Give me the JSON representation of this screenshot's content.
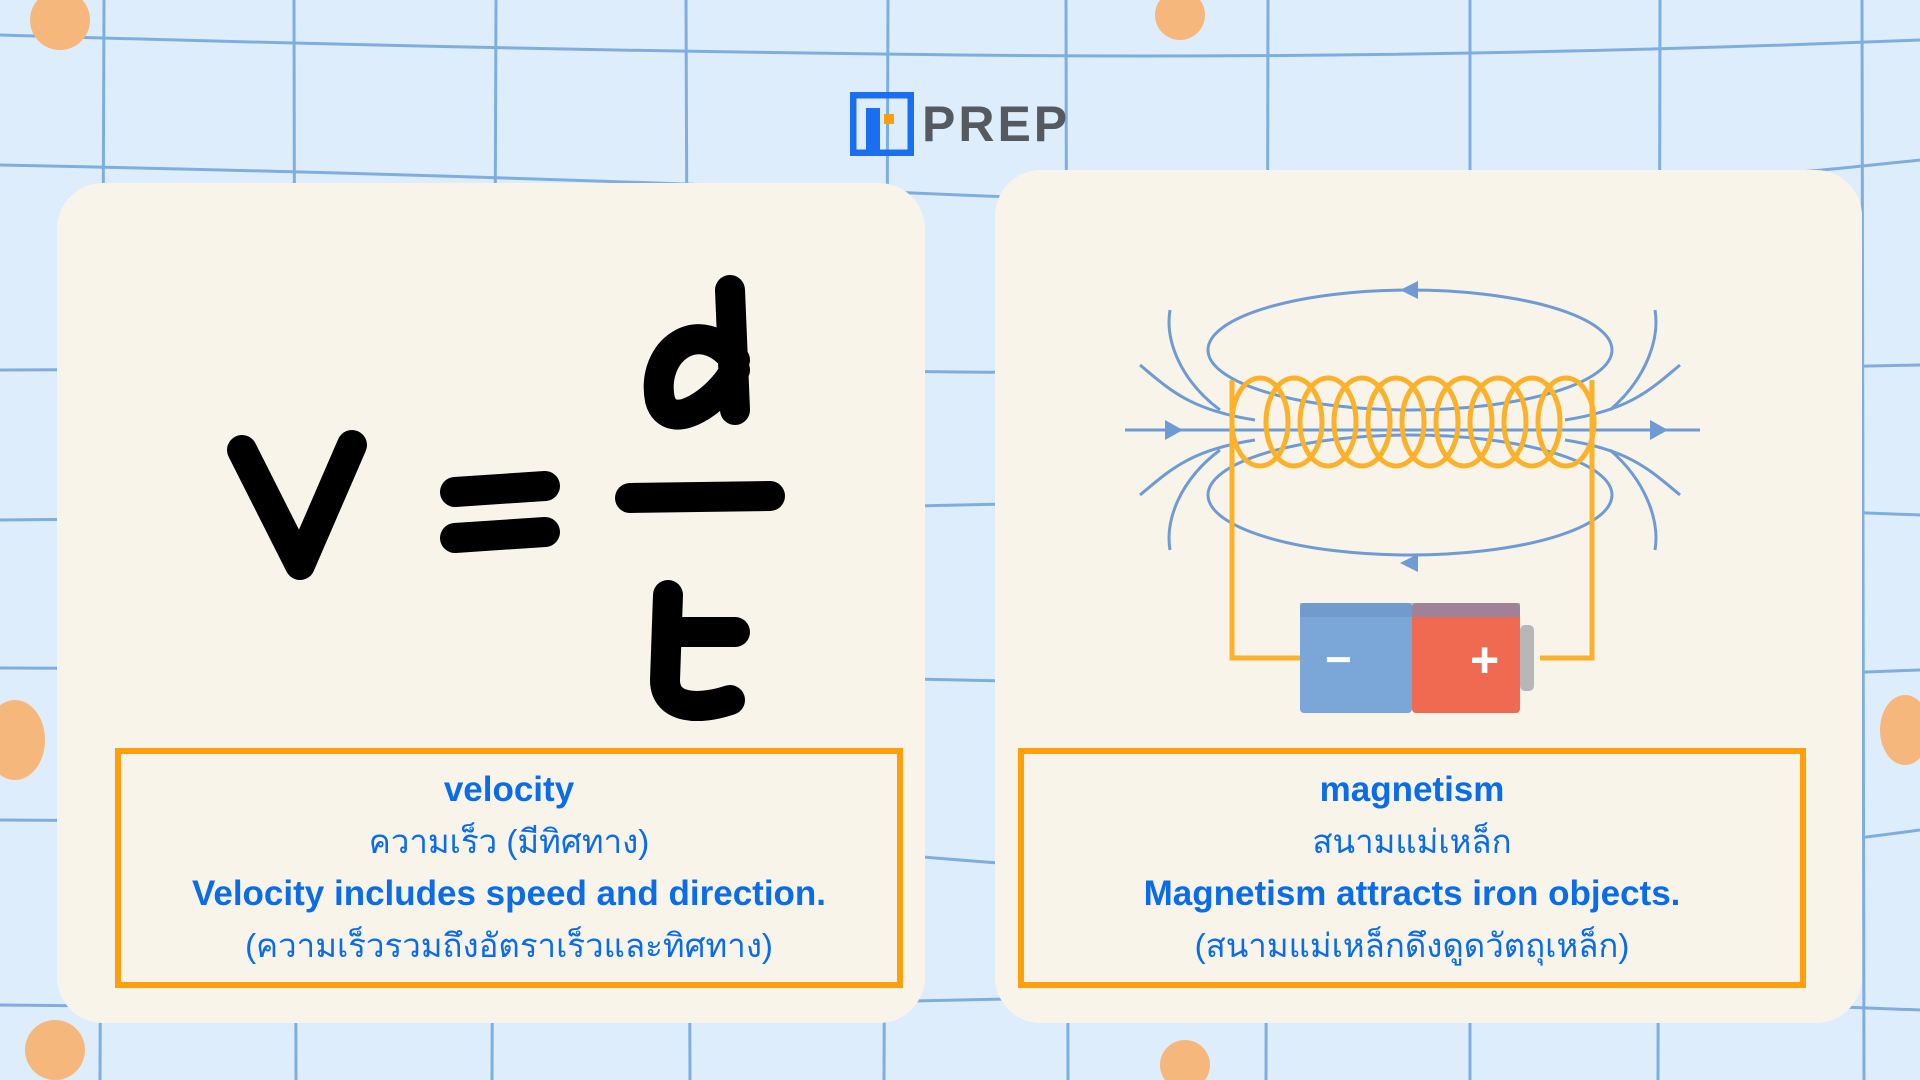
{
  "logo": {
    "text": "PREP"
  },
  "cards": [
    {
      "formula": {
        "lhs": "v",
        "numerator": "d",
        "denominator": "t"
      },
      "term": "velocity",
      "thai": "ความเร็ว (มีทิศทาง)",
      "sentence": "Velocity includes speed and direction.",
      "translation": "(ความเร็วรวมถึงอัตราเร็วและทิศทาง)"
    },
    {
      "term": "magnetism",
      "thai": "สนามแม่เหล็ก",
      "sentence": "Magnetism attracts iron objects.",
      "translation": "(สนามแม่เหล็กดึงดูดวัตถุเหล็ก)",
      "battery": {
        "negative": "−",
        "positive": "+"
      }
    }
  ],
  "colors": {
    "accent": "#0a6ce8",
    "border": "#ff9f0a",
    "card": "#f8f4ea",
    "grid": "#7eaee0"
  }
}
